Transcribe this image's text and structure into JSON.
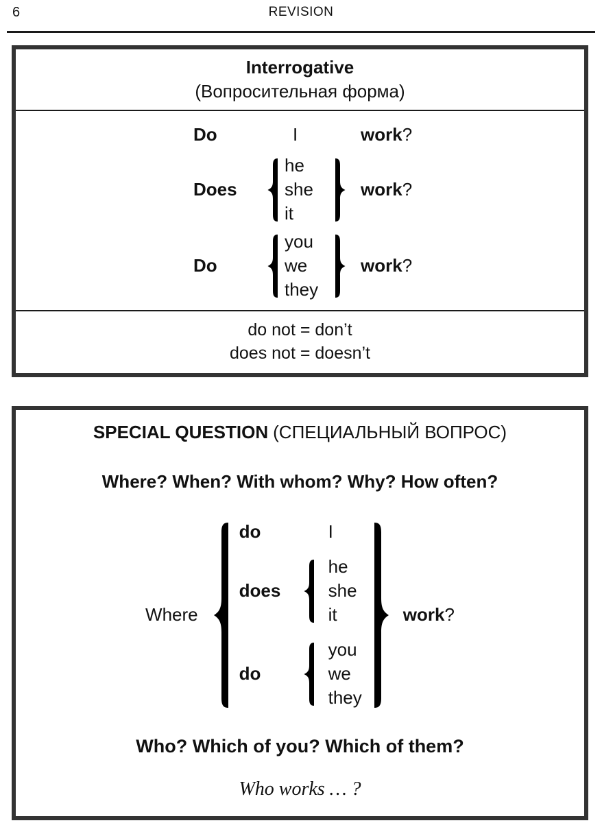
{
  "colors": {
    "ink": "#111111",
    "border": "#333333"
  },
  "page": {
    "number": "6",
    "header": "REVISION"
  },
  "box1": {
    "title": "Interrogative",
    "subtitle": "(Вопросительная форма)",
    "rows": [
      {
        "aux": "Do",
        "pronouns": [
          "I"
        ],
        "verb": "work",
        "qmark": "?"
      },
      {
        "aux": "Does",
        "pronouns": [
          "he",
          "she",
          "it"
        ],
        "verb": "work",
        "qmark": "?"
      },
      {
        "aux": "Do",
        "pronouns": [
          "you",
          "we",
          "they"
        ],
        "verb": "work",
        "qmark": "?"
      }
    ],
    "notes": [
      "do not = don’t",
      "does not = doesn’t"
    ]
  },
  "box2": {
    "title_bold": "SPECIAL QUESTION",
    "title_rest": "(СПЕЦИАЛЬНЫЙ ВОПРОС)",
    "question_words": "Where? When? With whom? Why? How often?",
    "structure": {
      "lead": "Where",
      "groups": [
        {
          "aux": "do",
          "pronouns": [
            "I"
          ]
        },
        {
          "aux": "does",
          "pronouns": [
            "he",
            "she",
            "it"
          ]
        },
        {
          "aux": "do",
          "pronouns": [
            "you",
            "we",
            "they"
          ]
        }
      ],
      "verb": "work",
      "qmark": "?"
    },
    "subject_questions": "Who? Which of you? Which of them?",
    "example_italic": "Who works … ?"
  }
}
